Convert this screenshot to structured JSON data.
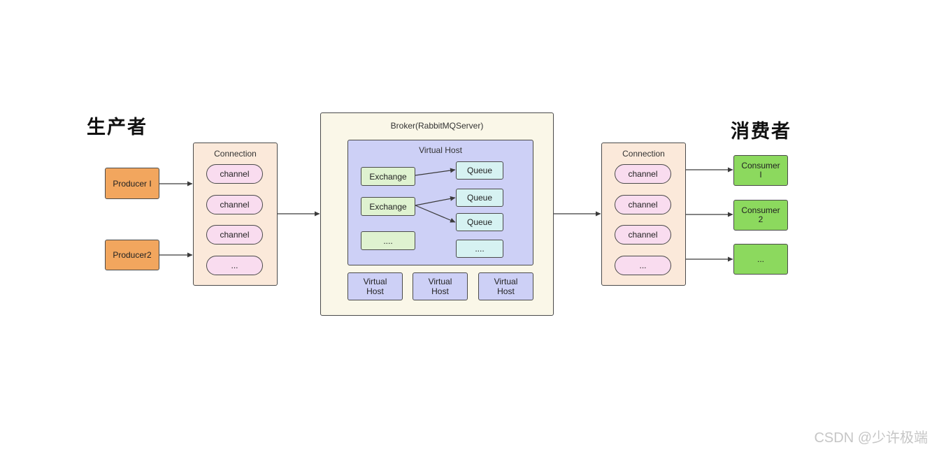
{
  "headings": {
    "producer": "生产者",
    "consumer": "消费者"
  },
  "producers": [
    "Producer I",
    "Producer2"
  ],
  "producer_connection": {
    "title": "Connection",
    "channels": [
      "channel",
      "channel",
      "channel",
      "..."
    ]
  },
  "broker": {
    "title": "Broker(RabbitMQServer)",
    "virtual_host": {
      "title": "Virtual Host",
      "exchanges": [
        "Exchange",
        "Exchange",
        "...."
      ],
      "queues": [
        "Queue",
        "Queue",
        "Queue",
        "...."
      ]
    },
    "other_virtual_hosts": [
      "Virtual\nHost",
      "Virtual\nHost",
      "Virtual\nHost"
    ]
  },
  "consumer_connection": {
    "title": "Connection",
    "channels": [
      "channel",
      "channel",
      "channel",
      "..."
    ]
  },
  "consumers": [
    "Consumer\nI",
    "Consumer\n2",
    "..."
  ],
  "watermark": "CSDN @少许极端",
  "colors": {
    "producer": "#f2a65e",
    "connection": "#fbe9da",
    "channel": "#f9dcef",
    "broker": "#faf7e8",
    "virtual_host": "#cdd0f6",
    "exchange": "#dff2d0",
    "queue": "#d6f2f2",
    "consumer": "#8cd95e"
  }
}
